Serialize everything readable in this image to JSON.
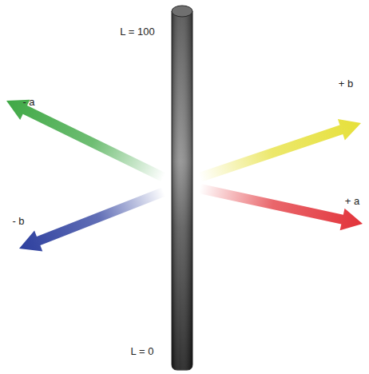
{
  "diagram": {
    "labels": [
      "L = 100",
      "- a",
      "+ b",
      "- b",
      "+ a",
      "L = 0"
    ]
  }
}
